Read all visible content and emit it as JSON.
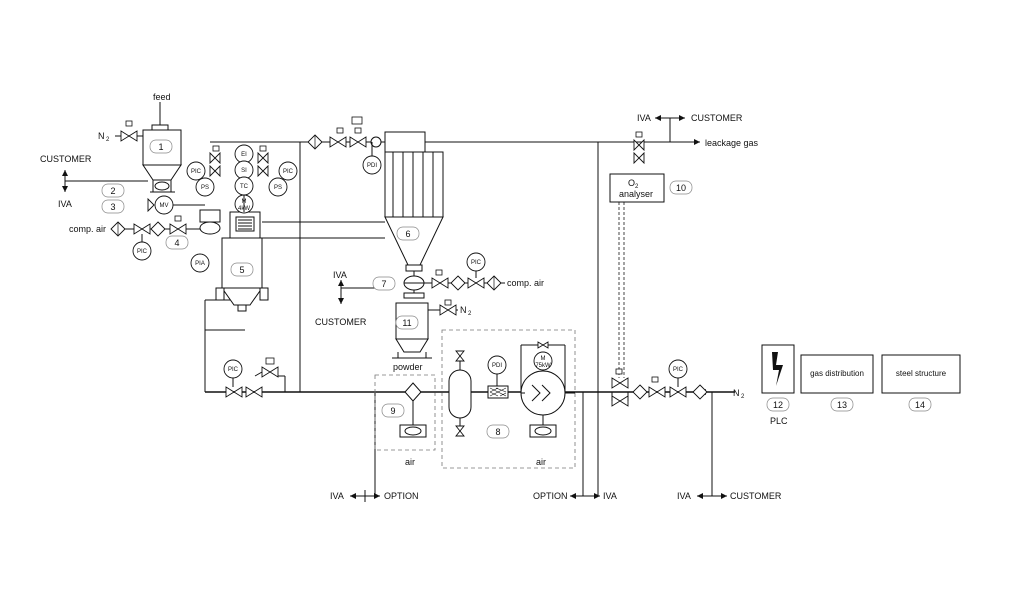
{
  "labels": {
    "feed": "feed",
    "n2": "N",
    "n2_sub": "2",
    "customer": "CUSTOMER",
    "iva": "IVA",
    "comp_air": "comp. air",
    "powder": "powder",
    "air": "air",
    "option": "OPTION",
    "leakage_gas": "leackage gas",
    "o2_o": "O",
    "o2_sub": "2",
    "analyser": "analyser",
    "plc": "PLC",
    "gas_distribution": "gas distribution",
    "steel_structure": "steel structure"
  },
  "instruments": {
    "pic": "PIC",
    "ps": "PS",
    "mv": "MV",
    "ei": "EI",
    "si": "SI",
    "tc": "TC",
    "m": "M",
    "kw4": "4kW",
    "kw75": "75kW",
    "pdi": "PDI",
    "pia": "PIA"
  },
  "numbers": [
    "1",
    "2",
    "3",
    "4",
    "5",
    "6",
    "7",
    "8",
    "9",
    "10",
    "11",
    "12",
    "13",
    "14"
  ],
  "icons": [
    "valve-icon",
    "check-valve-icon",
    "filter-icon",
    "lightning-icon",
    "pressure-gauge-icon"
  ]
}
